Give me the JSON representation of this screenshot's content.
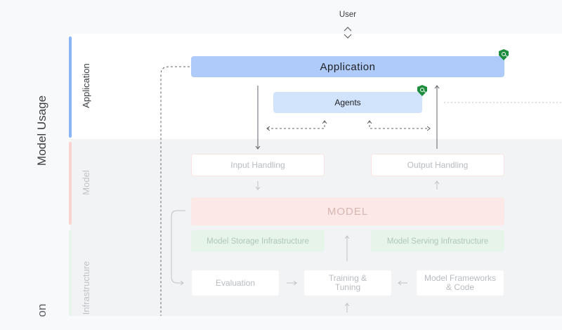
{
  "user_label": "User",
  "section_title": "Model Usage",
  "layers": {
    "application": "Application",
    "model": "Model",
    "infrastructure": "Infrastructure",
    "cut_label": "on"
  },
  "boxes": {
    "application": "Application",
    "agents": "Agents",
    "input_handling": "Input Handling",
    "output_handling": "Output Handling",
    "model": "MODEL",
    "model_storage": "Model Storage Infrastructure",
    "model_serving": "Model Serving Infrastructure",
    "evaluation": "Evaluation",
    "training_tuning": "Training & Tuning",
    "model_frameworks": "Model Frameworks & Code"
  },
  "colors": {
    "application_blue": "#aecbfa",
    "agents_blue": "#d2e3fc",
    "model_red": "#fce8e6",
    "infra_green": "#e6f4ea",
    "shield_green": "#1e8e3e"
  },
  "icons": [
    "shield-search-icon",
    "arrow-icon"
  ]
}
